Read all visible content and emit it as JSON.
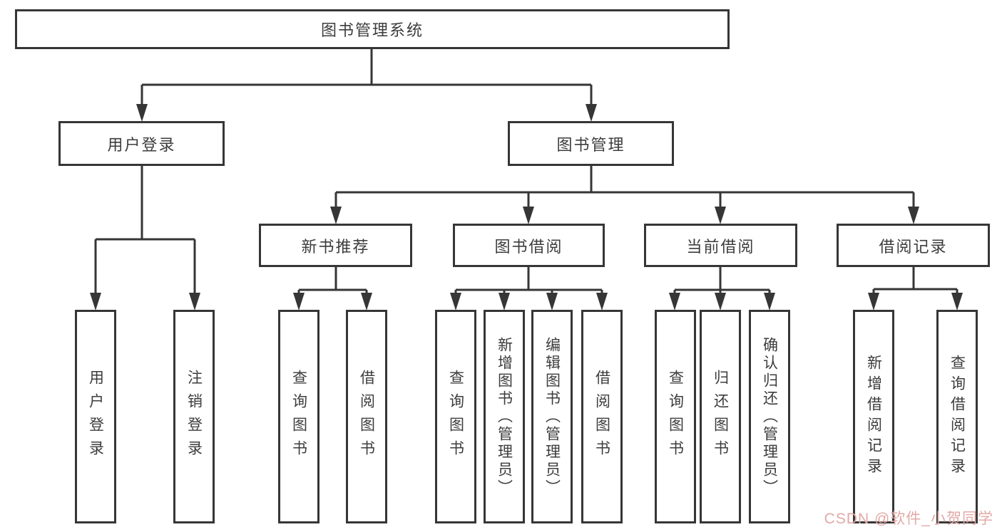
{
  "root": {
    "label": "图书管理系统"
  },
  "branches": [
    {
      "label": "用户登录",
      "children": [
        {
          "label": "用户登录"
        },
        {
          "label": "注销登录"
        }
      ]
    },
    {
      "label": "图书管理",
      "groups": [
        {
          "label": "新书推荐",
          "children": [
            {
              "label": "查询图书"
            },
            {
              "label": "借阅图书"
            }
          ]
        },
        {
          "label": "图书借阅",
          "children": [
            {
              "label": "查询图书"
            },
            {
              "label": "新增图书（管理员）"
            },
            {
              "label": "编辑图书（管理员）"
            },
            {
              "label": "借阅图书"
            }
          ]
        },
        {
          "label": "当前借阅",
          "children": [
            {
              "label": "查询图书"
            },
            {
              "label": "归还图书"
            },
            {
              "label": "确认归还（管理员）"
            }
          ]
        },
        {
          "label": "借阅记录",
          "children": [
            {
              "label": "新增借阅记录"
            },
            {
              "label": "查询借阅记录"
            }
          ]
        }
      ]
    }
  ],
  "watermark": {
    "text": "CSDN @软件_小贺同学"
  },
  "colors": {
    "background": "#ffffff",
    "line": "#363636",
    "box_border": "#363636",
    "text": "#3c3c3c",
    "watermark": "#e2a9a6"
  }
}
